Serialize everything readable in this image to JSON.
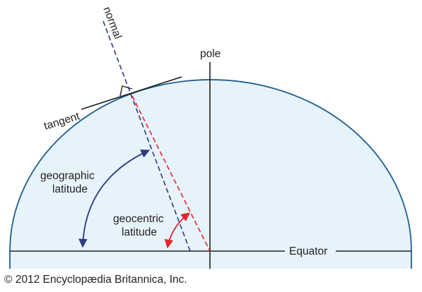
{
  "labels": {
    "normal": "normal",
    "pole": "pole",
    "tangent": "tangent",
    "geographic_latitude_line1": "geographic",
    "geographic_latitude_line2": "latitude",
    "geocentric_latitude_line1": "geocentric",
    "geocentric_latitude_line2": "latitude",
    "equator": "Equator"
  },
  "copyright": "© 2012 Encyclopædia Britannica, Inc.",
  "colors": {
    "ellipse_fill": "#e7f3fb",
    "ellipse_stroke": "#1f5f8f",
    "navy": "#2f3b82",
    "red": "#e3262b",
    "black": "#231f20"
  }
}
